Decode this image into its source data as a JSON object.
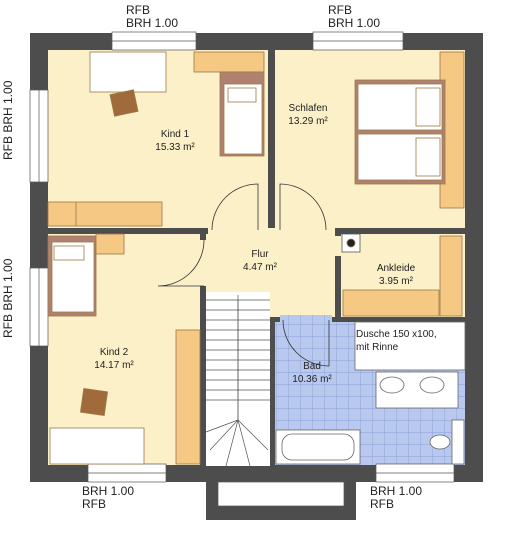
{
  "rooms": {
    "kind1": {
      "name": "Kind 1",
      "area": "15.33 m²"
    },
    "schlafen": {
      "name": "Schlafen",
      "area": "13.29 m²"
    },
    "flur": {
      "name": "Flur",
      "area": "4.47 m²"
    },
    "ankleide": {
      "name": "Ankleide",
      "area": "3.95 m²"
    },
    "kind2": {
      "name": "Kind 2",
      "area": "14.17 m²"
    },
    "bad": {
      "name": "Bad",
      "area": "10.36 m²"
    }
  },
  "shower": {
    "line1": "Dusche 150 x100,",
    "line2": "mit Rinne"
  },
  "windows": {
    "top_left": {
      "type": "RFB",
      "sill": "BRH 1.00"
    },
    "top_right": {
      "type": "RFB",
      "sill": "BRH 1.00"
    },
    "left_upper": {
      "type": "RFB",
      "sill": "BRH 1.00"
    },
    "left_lower": {
      "type": "RFB",
      "sill": "BRH 1.00"
    },
    "bottom_left": {
      "type": "RFB",
      "sill": "BRH 1.00"
    },
    "bottom_right": {
      "type": "RFB",
      "sill": "BRH 1.00"
    }
  },
  "colors": {
    "wall": "#4d4d4d",
    "floor": "#fcf0c8",
    "furniture": "#f5c883",
    "furniture_stroke": "#9a7a4a",
    "bed_frame": "#b08070",
    "tile": "#b8c8ee",
    "tile_line": "#7f95cc",
    "chair": "#a06a3a"
  }
}
